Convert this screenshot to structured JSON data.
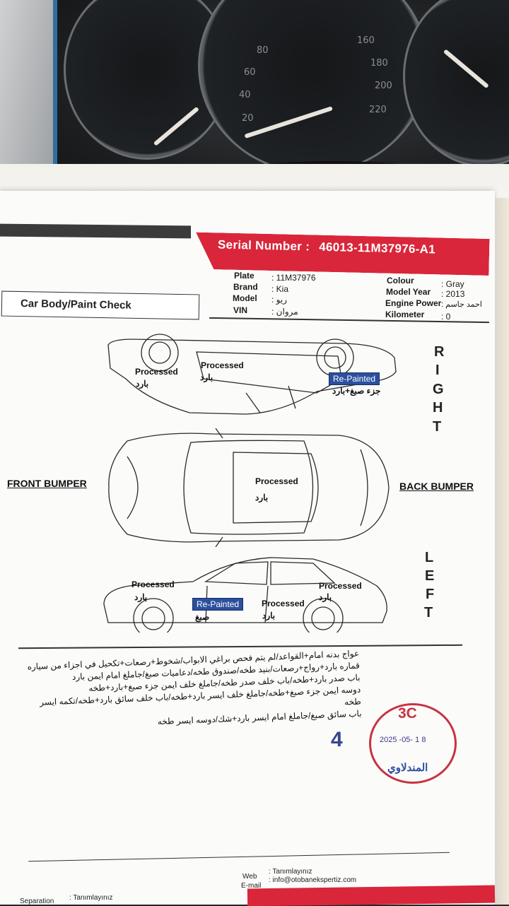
{
  "gauge": {
    "numbers": [
      "80",
      "60",
      "40",
      "20",
      "160",
      "180",
      "200",
      "220"
    ]
  },
  "header": {
    "serial_label": "Serial Number :",
    "serial_value": "46013-11M37976-A1"
  },
  "vehicle": {
    "plate_label": "Plate",
    "plate_value": ": 11M37976",
    "brand_label": "Brand",
    "brand_value": ": Kia",
    "model_label": "Model",
    "model_value": ": ريو",
    "vin_label": "VIN",
    "vin_value": ": مروان",
    "colour_label": "Colour",
    "colour_value": ": Gray",
    "model_year_label": "Model Year",
    "model_year_value": ": 2013",
    "engine_power_label": "Engine Power",
    "engine_power_value": ": احمد جاسم",
    "kilometer_label": "Kilometer",
    "kilometer_value": ": 0"
  },
  "section_title": "Car Body/Paint Check",
  "sides": {
    "right": [
      "R",
      "I",
      "G",
      "H",
      "T"
    ],
    "left": [
      "L",
      "E",
      "F",
      "T"
    ],
    "front": "FRONT BUMPER",
    "back": "BACK BUMPER"
  },
  "marks": {
    "right_1": "Processed",
    "right_1_ar": "بارد",
    "right_2": "Processed",
    "right_2_ar": "بارد",
    "right_3": "Re-Painted",
    "right_3_ar": "جزء صبغ+بارد",
    "top_1": "Processed",
    "top_1_ar": "بارد",
    "left_1": "Processed",
    "left_1_ar": "بارد",
    "left_2": "Re-Painted",
    "left_2_ar": "صبغ",
    "left_3": "Processed",
    "left_3_ar": "بارد",
    "left_4": "Processed",
    "left_4_ar": "بارد"
  },
  "notes": [
    "عواج بدنه امام+القواعد/لم يتم فحص براغي الابواب/شخوط+رصعات+تكحيل في اجزاء من سياره",
    "قماره بارد+رواج+رصعات/بنيد طخه/صندوق طخه/دعاميات صبغ/جاملغ امام ايمن بارد",
    "باب صدر بارد+طخه/باب خلف صدر طخه/جاملغ خلف ايمن جزء صبغ+بارد+طخه",
    "دوسه ايمن جزء صبغ+طخه/جاملغ خلف ايسر بارد+طخه/باب خلف سائق بارد+طخه/تكمه ايسر طخه",
    "باب سائق صبغ/جاملغ امام ايسر بارد+شك/دوسه ايسر طخه"
  ],
  "stamp": {
    "code": "3C",
    "date": "2025 -05- 1 8",
    "name": "المندلاوي"
  },
  "page_number": "4",
  "footer": {
    "web_label": "Web",
    "web_value": ": Tanımlayınız",
    "email_label": "E-mail",
    "email_value": ": info@otobanekspertiz.com",
    "separation_label": "Separation",
    "separation_value": ": Tanımlayınız"
  }
}
